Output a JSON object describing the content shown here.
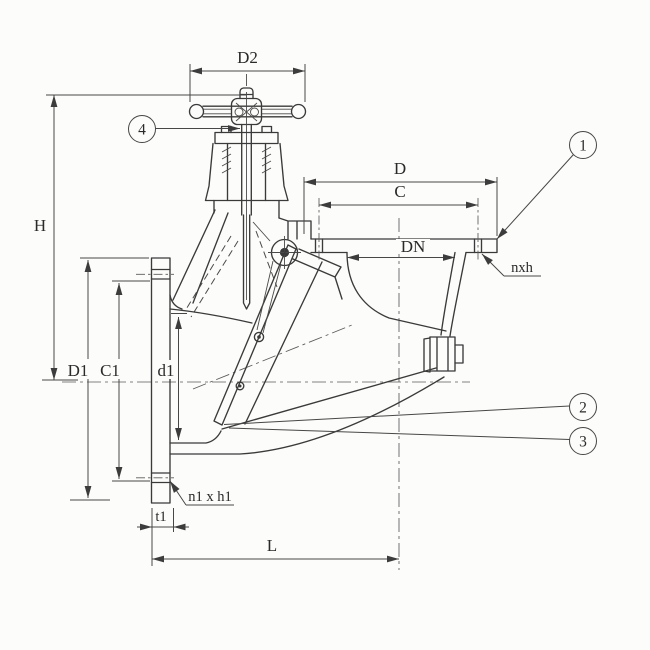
{
  "page": {
    "background": "#fcfcfa",
    "ink_color": "#3a3a3a"
  },
  "drawing": {
    "type": "technical-drawing",
    "subject": "flanged storm check valve cross-section with handwheel",
    "dimension_labels": {
      "D2": "D2",
      "H": "H",
      "D": "D",
      "C": "C",
      "DN": "DN",
      "D1": "D1",
      "C1": "C1",
      "d1": "d1",
      "t1": "t1",
      "L": "L",
      "nxh": "nxh",
      "n1xh1": "n1 x h1"
    },
    "callouts": [
      {
        "id": "1",
        "label": "1"
      },
      {
        "id": "2",
        "label": "2"
      },
      {
        "id": "3",
        "label": "3"
      },
      {
        "id": "4",
        "label": "4"
      }
    ]
  }
}
